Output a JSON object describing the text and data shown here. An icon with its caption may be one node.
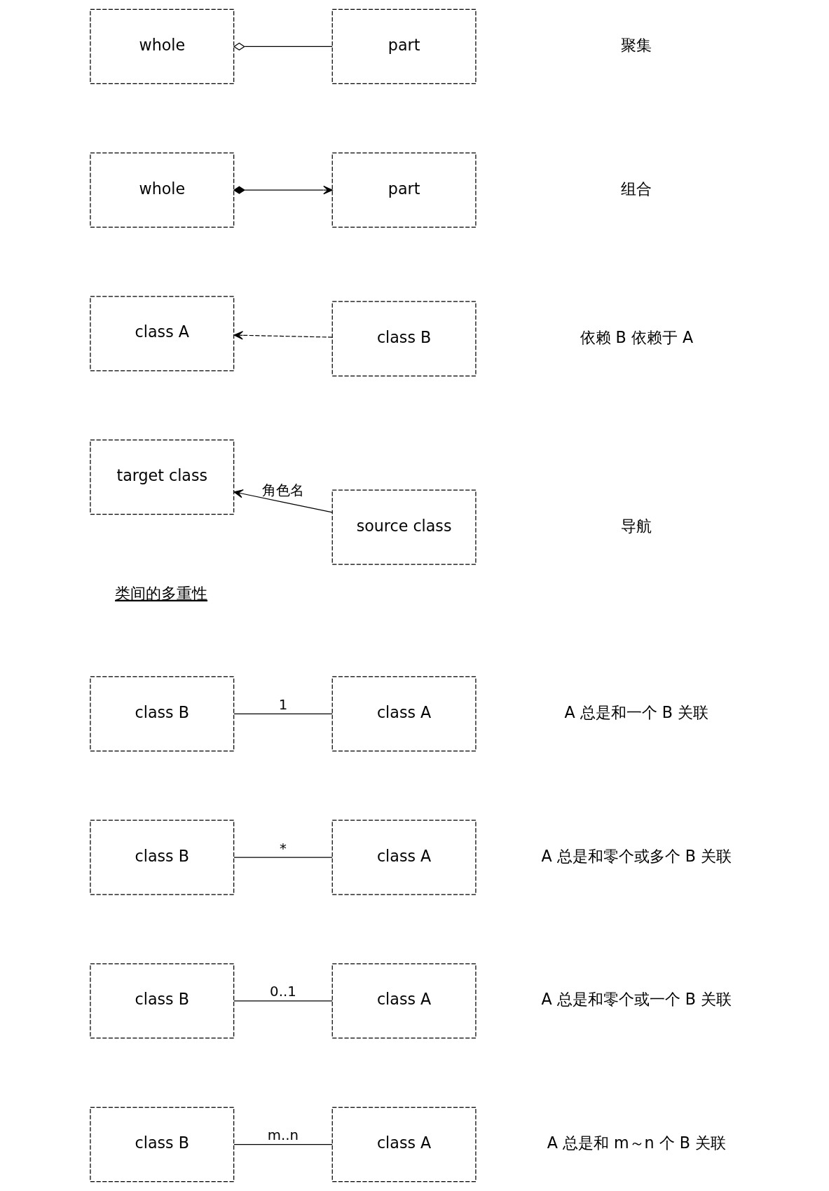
{
  "diagram": {
    "nodes": [
      {
        "text": [
          "whole"
        ]
      },
      {
        "text": [
          "part"
        ]
      },
      {
        "text": [
          "whole"
        ]
      },
      {
        "text": [
          "part"
        ]
      },
      {
        "text": [
          "class A"
        ]
      },
      {
        "text": [
          "class B"
        ]
      },
      {
        "text": [
          "target class"
        ]
      },
      {
        "text": [
          "source class"
        ]
      },
      {
        "text": [
          "class B"
        ]
      },
      {
        "text": [
          "class A"
        ]
      },
      {
        "text": [
          "class B"
        ]
      },
      {
        "text": [
          "class A"
        ]
      },
      {
        "text": [
          "class B"
        ]
      },
      {
        "text": [
          "class A"
        ]
      },
      {
        "text": [
          "class B"
        ]
      },
      {
        "text": [
          "class A"
        ]
      }
    ],
    "edges": [
      {
        "from": 0,
        "to": 1,
        "arrow": "other"
      },
      {
        "from": 2,
        "to": 3,
        "arrow": "to"
      },
      {
        "from": 5,
        "to": 4,
        "arrow": "to",
        "style": "dashed"
      },
      {
        "from": 7,
        "to": 6,
        "arrow": "to",
        "label": "角色名"
      },
      {
        "from": 8,
        "to": 9,
        "arrow": "none",
        "label": "1"
      },
      {
        "from": 10,
        "to": 11,
        "arrow": "none",
        "label": "*"
      },
      {
        "from": 12,
        "to": 13,
        "arrow": "none",
        "label": "0..1"
      },
      {
        "from": 14,
        "to": 15,
        "arrow": "none",
        "label": "m..n"
      }
    ],
    "labels": [
      "聚集",
      "组合",
      "依赖 B 依赖于 A",
      "导航",
      "类间的多重性",
      "A 总是和一个 B 关联",
      "A 总是和零个或多个 B 关联",
      "A 总是和零个或一个 B 关联",
      "A 总是和 m～n 个 B 关联"
    ]
  }
}
